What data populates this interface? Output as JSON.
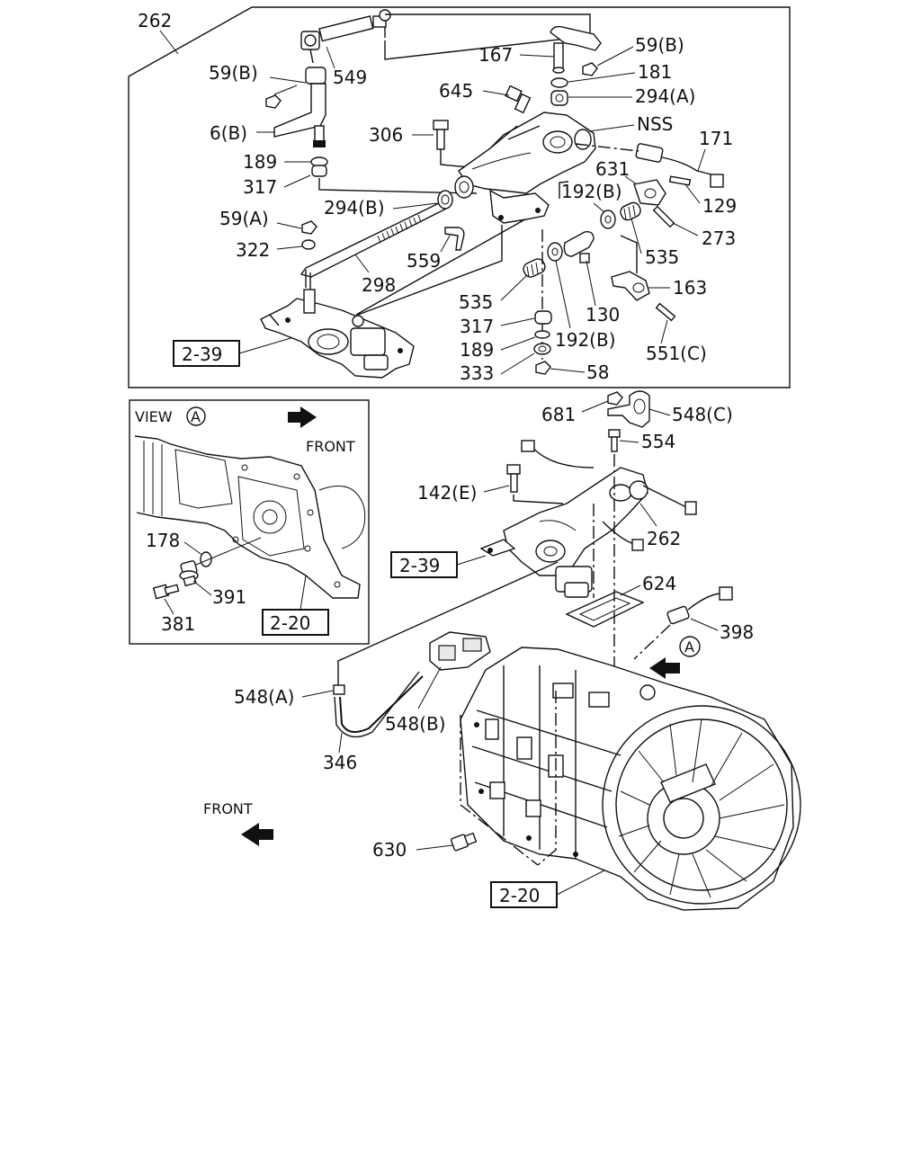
{
  "top_panel": {
    "group_label": "262",
    "labels": {
      "l549": "549",
      "l59b_left": "59(B)",
      "l6b": "6(B)",
      "l189_top": "189",
      "l317_top": "317",
      "l59a": "59(A)",
      "l322": "322",
      "l298": "298",
      "l167": "167",
      "l59b_right": "59(B)",
      "l181": "181",
      "l645": "645",
      "l294a": "294(A)",
      "l306": "306",
      "lnss": "NSS",
      "l171": "171",
      "l631": "631",
      "l129": "129",
      "l192b_top": "192(B)",
      "l273": "273",
      "l294b": "294(B)",
      "l559": "559",
      "l535_right": "535",
      "l535_left": "535",
      "l163": "163",
      "l130": "130",
      "l317_bottom": "317",
      "l192b_bottom": "192(B)",
      "l551c": "551(C)",
      "l189_bottom": "189",
      "l333": "333",
      "l58": "58"
    },
    "ref_box": "2-39"
  },
  "view_panel": {
    "title": "VIEW",
    "circle_letter": "A",
    "front": "FRONT",
    "labels": {
      "l178": "178",
      "l391": "391",
      "l381": "381"
    },
    "ref_box": "2-20"
  },
  "bottom_assembly": {
    "labels": {
      "l681": "681",
      "l548c": "548(C)",
      "l554": "554",
      "l142e": "142(E)",
      "l262": "262",
      "l624": "624",
      "l398": "398",
      "l548a": "548(A)",
      "l548b": "548(B)",
      "l346": "346",
      "l630": "630"
    },
    "ref_box_mid": "2-39",
    "ref_box_bottom": "2-20",
    "view_marker": "A",
    "front": "FRONT"
  }
}
